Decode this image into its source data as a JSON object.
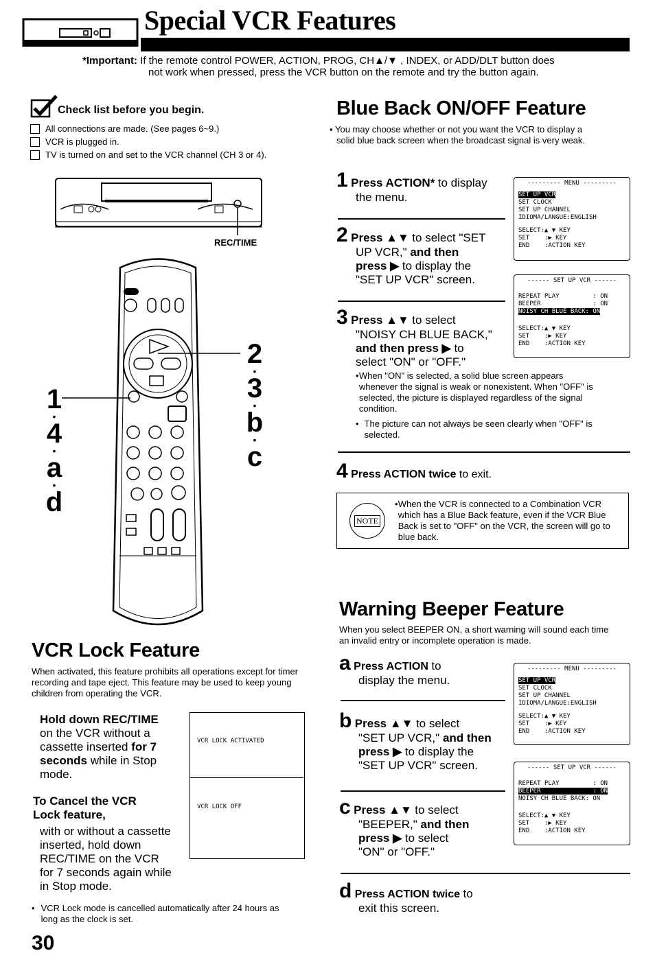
{
  "header": {
    "title": "Special VCR Features"
  },
  "important": {
    "label": "*Important:",
    "line1": "If the remote control POWER, ACTION, PROG, CH▲/▼ , INDEX, or ADD/DLT button does",
    "line2": "not work when pressed, press the VCR button on the remote and try the button again."
  },
  "checklist": {
    "title": "Check list before you begin.",
    "items": [
      "All connections are made. (See pages 6~9.)",
      "VCR is plugged in.",
      "TV is turned on and set to the VCR channel (CH 3 or 4)."
    ]
  },
  "rec_time_label": "REC/TIME",
  "remote": {
    "left_labels": [
      "1",
      "4",
      "a",
      "d"
    ],
    "right_labels": [
      "2",
      "3",
      "b",
      "c"
    ]
  },
  "blue_back": {
    "title": "Blue Back ON/OFF Feature",
    "intro_line1": "You may choose whether or not you want the VCR to display a",
    "intro_line2": "solid blue back screen when the broadcast signal is very weak.",
    "step1": {
      "num": "1",
      "bold": "Press ACTION*",
      "rest": "to display",
      "line2": "the menu."
    },
    "step2": {
      "num": "2",
      "bold": "Press ▲▼",
      "rest": "to select \"SET",
      "line2": "UP VCR,\"",
      "line2b": "and then",
      "line3b": "press ▶",
      "line3": "to display the",
      "line4": "\"SET UP VCR\" screen."
    },
    "step3": {
      "num": "3",
      "bold": "Press ▲▼",
      "rest": "to select",
      "line2": "\"NOISY CH BLUE BACK,\"",
      "line3b": "and then press ▶",
      "line3": "to",
      "line4": "select \"ON\" or \"OFF.\""
    },
    "bullets": [
      "When \"ON\" is selected, a solid blue screen appears whenever the signal is weak or nonexistent. When \"OFF\" is selected, the picture is displayed regardless of the signal condition.",
      "The picture can not always be seen clearly when \"OFF\" is selected."
    ],
    "step4": {
      "num": "4",
      "bold": "Press ACTION twice",
      "rest": "to exit."
    },
    "note": {
      "badge": "NOTE",
      "text": "When the VCR is connected to a Combination VCR which has a Blue Back feature, even if the VCR Blue Back is set to \"OFF\" on the VCR, the screen will go to blue back."
    }
  },
  "menu_screen": {
    "header": "--------- MENU ---------",
    "items": [
      "SET UP VCR",
      "SET CLOCK",
      "SET UP CHANNEL",
      "IDIOMA/LANGUE:ENGLISH"
    ],
    "keys": [
      "SELECT:▲ ▼ KEY",
      "SET    :▶ KEY",
      "END    :ACTION KEY"
    ]
  },
  "setup_screen_1": {
    "header": "------ SET UP VCR ------",
    "rows": [
      "REPEAT PLAY         : ON",
      "BEEPER              : ON",
      "NOISY CH BLUE BACK: ON"
    ],
    "keys": [
      "SELECT:▲ ▼ KEY",
      "SET    :▶ KEY",
      "END    :ACTION KEY"
    ]
  },
  "setup_screen_2": {
    "header": "------ SET UP VCR ------",
    "rows": [
      "REPEAT PLAY         : ON",
      "BEEPER              : ON",
      "NOISY CH BLUE BACK: ON"
    ],
    "keys": [
      "SELECT:▲ ▼ KEY",
      "SET    :▶ KEY",
      "END    :ACTION KEY"
    ]
  },
  "vcr_lock": {
    "title": "VCR Lock Feature",
    "intro": "When activated, this feature prohibits all operations except for timer recording and tape eject. This feature may be used to keep young children from operating the VCR.",
    "hold_bold": "Hold down REC/TIME",
    "hold_line2": "on the VCR without a",
    "hold_line3a": "cassette inserted",
    "hold_line3b": "for 7",
    "hold_line4b": "seconds",
    "hold_line4a": "while in Stop",
    "hold_line5": "mode.",
    "cancel_title1": "To Cancel the VCR",
    "cancel_title2": "Lock feature,",
    "cancel_text": [
      "with or without a cassette",
      "inserted, hold down",
      "REC/TIME on the VCR",
      "for 7 seconds again while",
      "in Stop mode."
    ],
    "screen_on": "VCR LOCK ACTIVATED",
    "screen_off": "VCR LOCK OFF",
    "footnote": "VCR Lock mode is cancelled automatically after 24 hours as long as the clock is set."
  },
  "beeper": {
    "title": "Warning Beeper Feature",
    "intro": "When you select BEEPER ON, a short warning will sound each time an invalid entry or incomplete operation is made.",
    "stepa": {
      "num": "a",
      "bold": "Press ACTION",
      "rest": "to",
      "line2": "display the menu."
    },
    "stepb": {
      "num": "b",
      "bold": "Press ▲▼",
      "rest": "to select",
      "line2": "\"SET UP VCR,\"",
      "line2b": "and then",
      "line3b": "press ▶",
      "line3": "to display the",
      "line4": "\"SET UP VCR\" screen."
    },
    "stepc": {
      "num": "c",
      "bold": "Press ▲▼",
      "rest": "to select",
      "line2": "\"BEEPER,\"",
      "line2b": "and then",
      "line3b": "press ▶",
      "line3": "to select",
      "line4": "\"ON\" or \"OFF.\""
    },
    "stepd": {
      "num": "d",
      "bold": "Press ACTION twice",
      "rest": "to",
      "line2": "exit this screen."
    }
  },
  "page_number": "30"
}
